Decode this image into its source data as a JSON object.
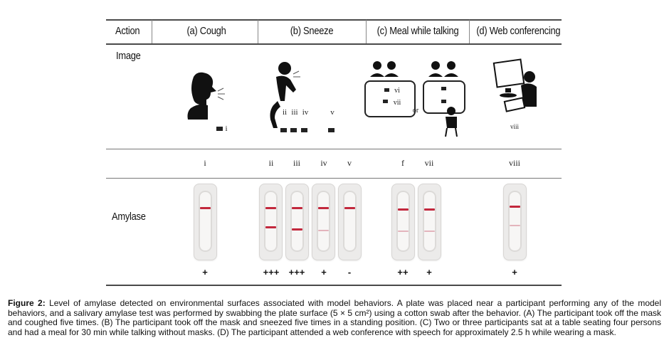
{
  "table": {
    "headers": {
      "action": "Action",
      "cough": "(a) Cough",
      "sneeze": "(b) Sneeze",
      "meal": "(c) Meal while talking",
      "web": "(d) Web conferencing"
    },
    "row_labels": {
      "image": "Image",
      "amylase": "Amylase"
    },
    "image_labels": {
      "cough": "i",
      "sneeze": [
        "ii",
        "iii",
        "iv",
        "v"
      ],
      "meal": [
        "vi",
        "vii"
      ],
      "meal_or": "or",
      "web": "viii"
    },
    "plate_ids": [
      "i",
      "ii",
      "iii",
      "iv",
      "v",
      "f",
      "vii",
      "viii"
    ],
    "scores": [
      "+",
      "+++",
      "+++",
      "+",
      "-",
      "++",
      "+",
      "+"
    ]
  },
  "caption": {
    "label": "Figure 2:",
    "text": " Level of amylase detected on environmental surfaces associated with model behaviors. A plate was placed near a participant performing any of the model behaviors, and a salivary amylase test was performed by swabbing the plate surface (5 × 5 cm²) using a cotton swab after the behavior. (A) The participant took off the mask and coughed five times. (B) The participant took off the mask and sneezed five times in a standing position. (C) Two or three participants sat at a table seating four persons and had a meal for 30 min while talking without masks. (D) The participant attended a web conference with speech for approximately 2.5 h while wearing a mask."
  }
}
